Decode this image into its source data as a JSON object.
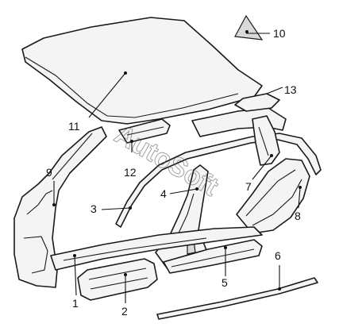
{
  "watermark": "AutoSoft",
  "callouts": {
    "c1": "1",
    "c2": "2",
    "c3": "3",
    "c4": "4",
    "c5": "5",
    "c6": "6",
    "c7": "7",
    "c8": "8",
    "c9": "9",
    "c10": "10",
    "c11": "11",
    "c12": "12",
    "c13": "13"
  }
}
